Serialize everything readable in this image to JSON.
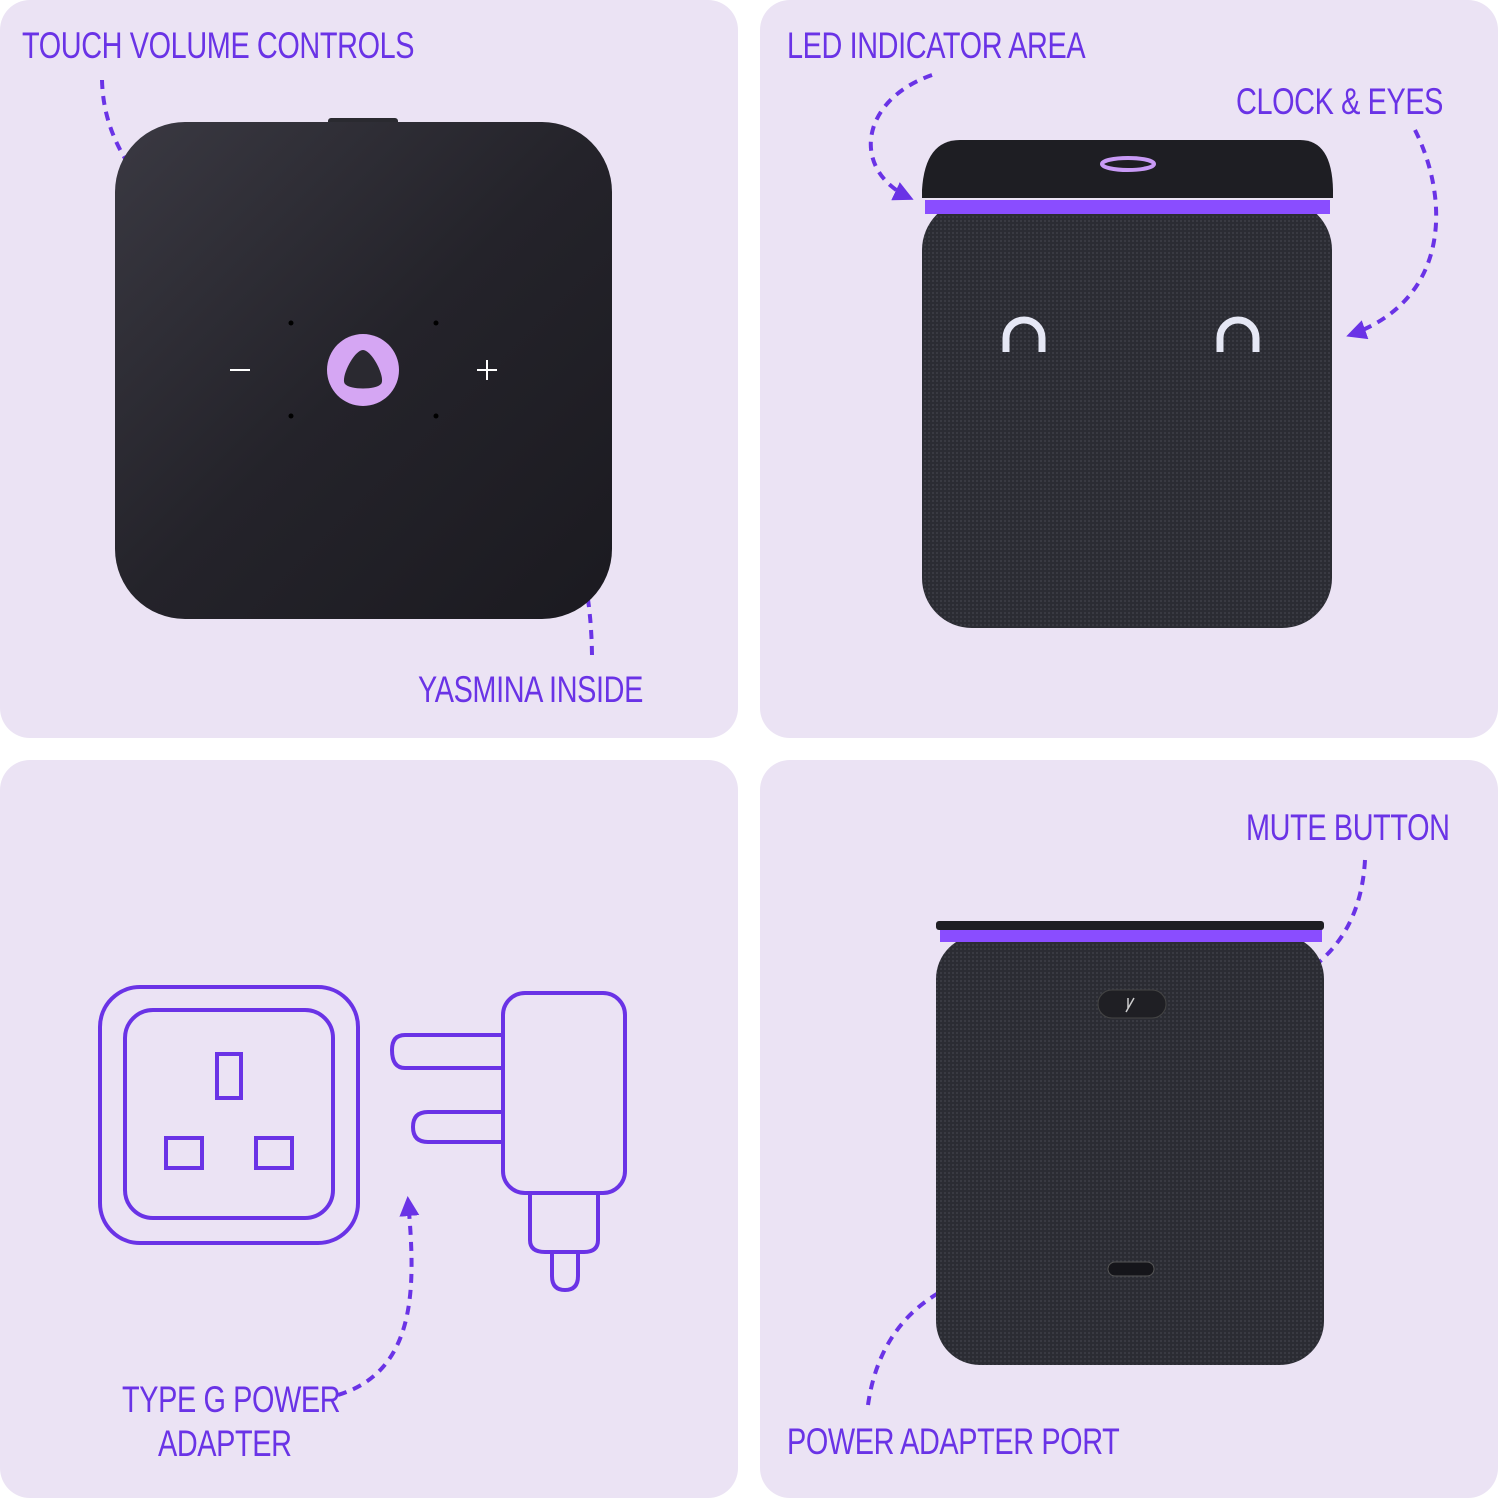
{
  "colors": {
    "accent": "#6a33e6",
    "panel": "#ebe3f4",
    "device": "#2a2a30",
    "glow": "#8a4dff"
  },
  "panels": [
    {
      "labels": [
        "TOUCH VOLUME CONTROLS",
        "YASMINA INSIDE"
      ],
      "symbols": {
        "minus": "−",
        "plus": "+"
      }
    },
    {
      "labels": [
        "LED INDICATOR AREA",
        "CLOCK & EYES"
      ]
    },
    {
      "labels": [
        "TYPE G POWER",
        "ADAPTER"
      ]
    },
    {
      "labels": [
        "MUTE BUTTON",
        "POWER ADAPTER PORT"
      ]
    }
  ]
}
